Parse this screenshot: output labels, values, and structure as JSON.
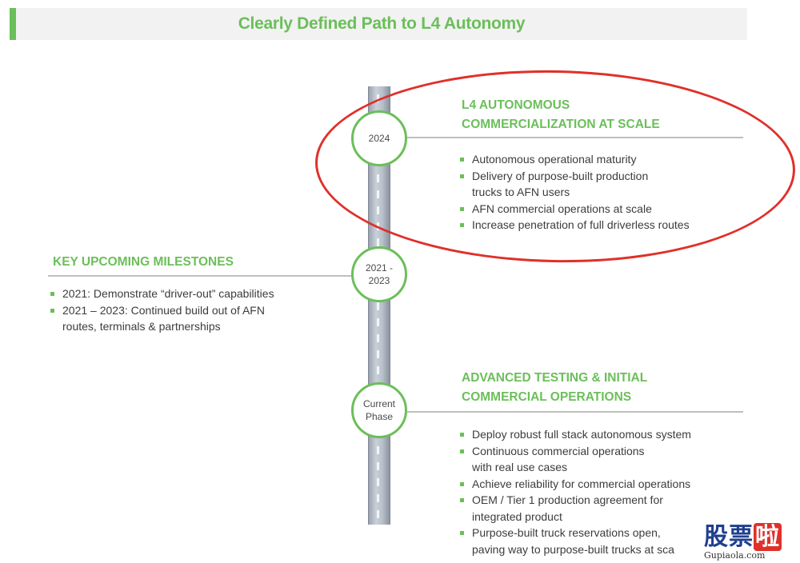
{
  "title": "Clearly Defined Path to L4 Autonomy",
  "nodes": {
    "top": {
      "label": "2024"
    },
    "middle": {
      "label": "2021 -\n2023"
    },
    "bottom": {
      "label": "Current\nPhase"
    }
  },
  "sections": {
    "top": {
      "heading": [
        "L4 AUTONOMOUS",
        "COMMERCIALIZATION AT SCALE"
      ],
      "bullets": [
        [
          "Autonomous operational maturity"
        ],
        [
          "Delivery of purpose-built production",
          "trucks to AFN users"
        ],
        [
          "AFN commercial operations at scale"
        ],
        [
          "Increase penetration of full driverless routes"
        ]
      ]
    },
    "middle": {
      "heading": [
        "KEY UPCOMING MILESTONES"
      ],
      "bullets": [
        [
          "2021: Demonstrate “driver-out” capabilities"
        ],
        [
          "2021 – 2023: Continued build out of AFN",
          "routes, terminals & partnerships"
        ]
      ]
    },
    "bottom": {
      "heading": [
        "ADVANCED TESTING & INITIAL",
        "COMMERCIAL OPERATIONS"
      ],
      "bullets": [
        [
          "Deploy robust full stack autonomous system"
        ],
        [
          "Continuous commercial operations",
          "with real use cases"
        ],
        [
          "Achieve reliability for commercial operations"
        ],
        [
          "OEM / Tier 1 production agreement for",
          "integrated product"
        ],
        [
          "Purpose-built truck reservations open,",
          "paving way to purpose-built trucks at sca"
        ]
      ]
    }
  },
  "watermark": {
    "chars": "股票",
    "last_char": "啦",
    "url": "Gupiaola.com"
  },
  "colors": {
    "accent": "#6bbf59",
    "highlight": "#e0302a",
    "road": "#b8c0cb"
  }
}
